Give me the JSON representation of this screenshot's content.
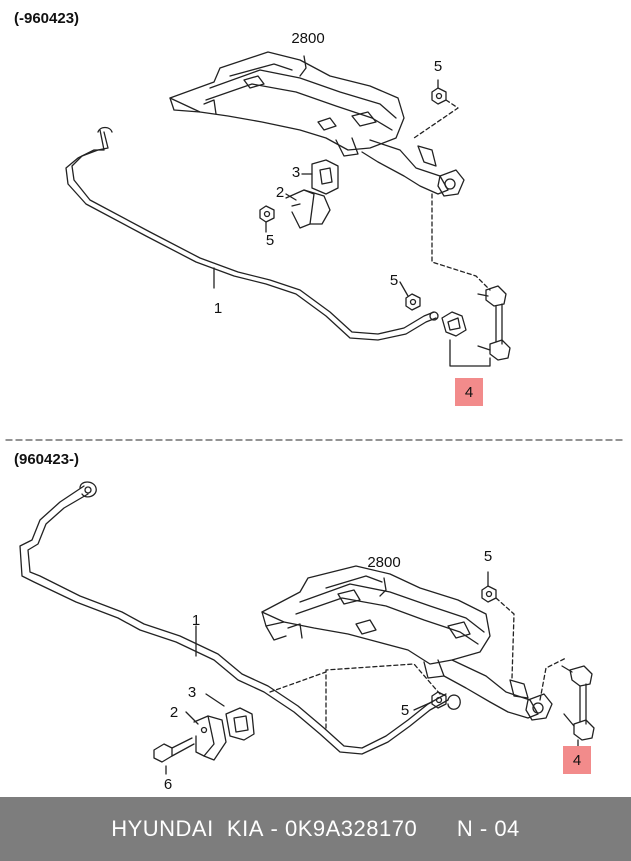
{
  "sections": [
    {
      "period_label": "(-960423)",
      "callouts": {
        "ref_2800": "2800",
        "nut_top": "5",
        "bushing": "3",
        "bracket": "2",
        "nut_bracket": "5",
        "nut_link": "5",
        "bar": "1",
        "link": "4"
      }
    },
    {
      "period_label": "(960423-)",
      "callouts": {
        "ref_2800": "2800",
        "nut_top": "5",
        "bar": "1",
        "bushing": "3",
        "bracket": "2",
        "nut_link": "5",
        "bolt": "6",
        "link": "4"
      }
    }
  ],
  "footer": {
    "brand": "HYUNDAI  KIA",
    "part_number": "0K9A328170",
    "page_code": "N - 04"
  },
  "colors": {
    "highlight": "#f28b8b",
    "footer_bg": "#7d7d7d",
    "footer_text": "#ffffff",
    "line": "#222222"
  }
}
